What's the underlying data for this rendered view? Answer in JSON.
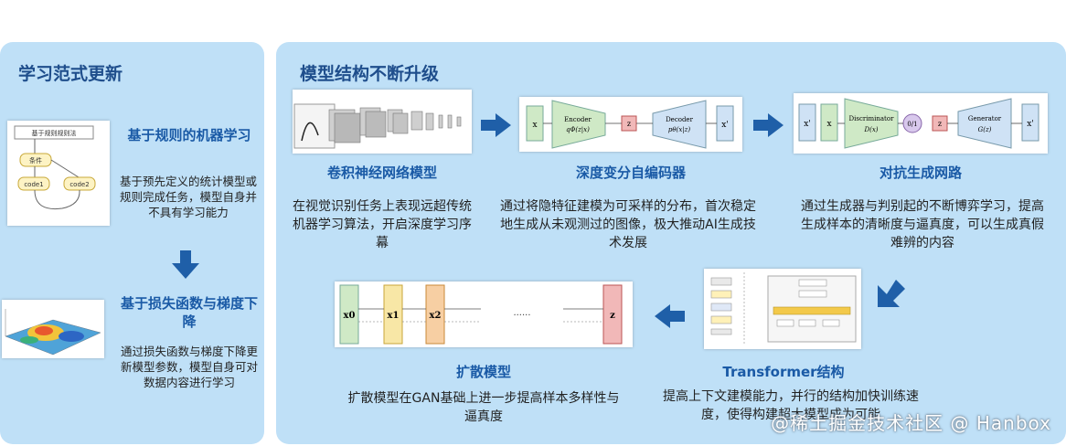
{
  "left": {
    "title": "学习范式更新",
    "rule": {
      "heading": "基于规则的机器学习",
      "desc": "基于预先定义的统计模型或规则完成任务，模型自身并不具有学习能力",
      "flow": {
        "top": "基于规则规则法",
        "cond": "条件",
        "a": "code1",
        "b": "code2"
      }
    },
    "loss": {
      "heading": "基于损失函数与梯度下降",
      "desc": "通过损失函数与梯度下降更新模型参数，模型自身可对数据内容进行学习"
    }
  },
  "right": {
    "title": "模型结构不断升级",
    "cnn": {
      "name": "卷积神经网络模型",
      "desc": "在视觉识别任务上表现远超传统机器学习算法，开启深度学习序幕"
    },
    "vae": {
      "name": "深度变分自编码器",
      "desc": "通过将隐特征建模为可采样的分布，首次稳定地生成从未观测过的图像，极大推动AI生成技术发展",
      "x": "x",
      "enc": "Encoder",
      "enc_f": "qΦ(z|x)",
      "z": "z",
      "dec": "Decoder",
      "dec_f": "pθ(x|z)",
      "xp": "x'"
    },
    "gan": {
      "name": "对抗生成网路",
      "desc": "通过生成器与判别起的不断博弈学习，提高生成样本的清晰度与逼真度，可以生成真假难辨的内容",
      "xp": "x'",
      "x": "x",
      "disc": "Discriminator",
      "disc_f": "D(x)",
      "out": "0/1",
      "z": "z",
      "gen": "Generator",
      "gen_f": "G(z)",
      "xp2": "x'"
    },
    "transformer": {
      "name": "Transformer结构",
      "desc": "提高上下文建模能力，并行的结构加快训练速度，使得构建超大模型成为可能"
    },
    "diffusion": {
      "name": "扩散模型",
      "desc": "扩散模型在GAN基础上进一步提高样本多样性与逼真度",
      "x0": "x0",
      "x1": "x1",
      "x2": "x2",
      "dots": "······",
      "z": "z"
    }
  },
  "watermark": "@稀土掘金技术社区 @ Hanbox",
  "colors": {
    "panel": "#bfe0f7",
    "accent": "#1a5aa6",
    "arrow": "#1f5fa8"
  }
}
